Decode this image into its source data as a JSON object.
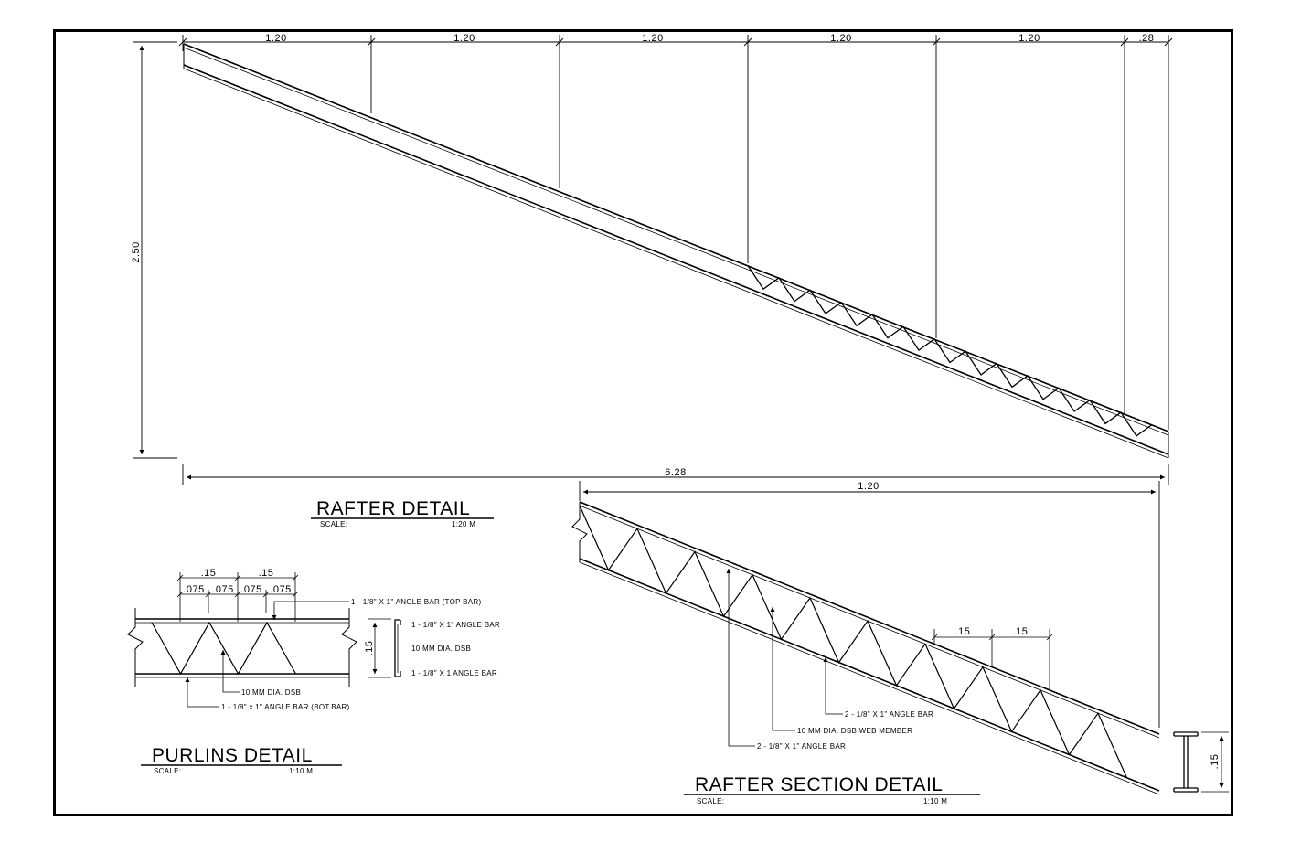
{
  "rafter_detail": {
    "title": "RAFTER DETAIL",
    "scale_label": "SCALE:",
    "scale_value": "1:20  M",
    "segment_dims": [
      "1.20",
      "1.20",
      "1.20",
      "1.20",
      "1.20",
      ".28"
    ],
    "total_length": "6.28",
    "height": "2.50"
  },
  "purlins_detail": {
    "title": "PURLINS DETAIL",
    "scale_label": "SCALE:",
    "scale_value": "1:10  M",
    "dims_top": [
      ".15",
      ".15"
    ],
    "dims_sub": [
      ".075",
      ".075",
      ".075",
      ".075"
    ],
    "depth": ".15",
    "note_top_bar": "1 - 1/8\" X 1\" ANGLE BAR (TOP BAR)",
    "note_angle_bar_upper": "1 - 1/8\" X 1\" ANGLE BAR",
    "note_dsb_section": "10 MM DIA. DSB",
    "note_angle_bar_lower": "1 - 1/8\" X 1 ANGLE BAR",
    "note_dsb": "10 MM DIA. DSB",
    "note_bot_bar": "1 - 1/8\" x 1\" ANGLE BAR (BOT.BAR)"
  },
  "rafter_section_detail": {
    "title": "RAFTER SECTION DETAIL",
    "scale_label": "SCALE:",
    "scale_value": "1:10  M",
    "length": "1.20",
    "spacing": [
      ".15",
      ".15"
    ],
    "depth": ".15",
    "note_angle_bar_a": "2 - 1/8\" X 1\" ANGLE BAR",
    "note_web_member": "10 MM DIA. DSB WEB MEMBER",
    "note_angle_bar_b": "2 - 1/8\" X 1\" ANGLE BAR"
  }
}
